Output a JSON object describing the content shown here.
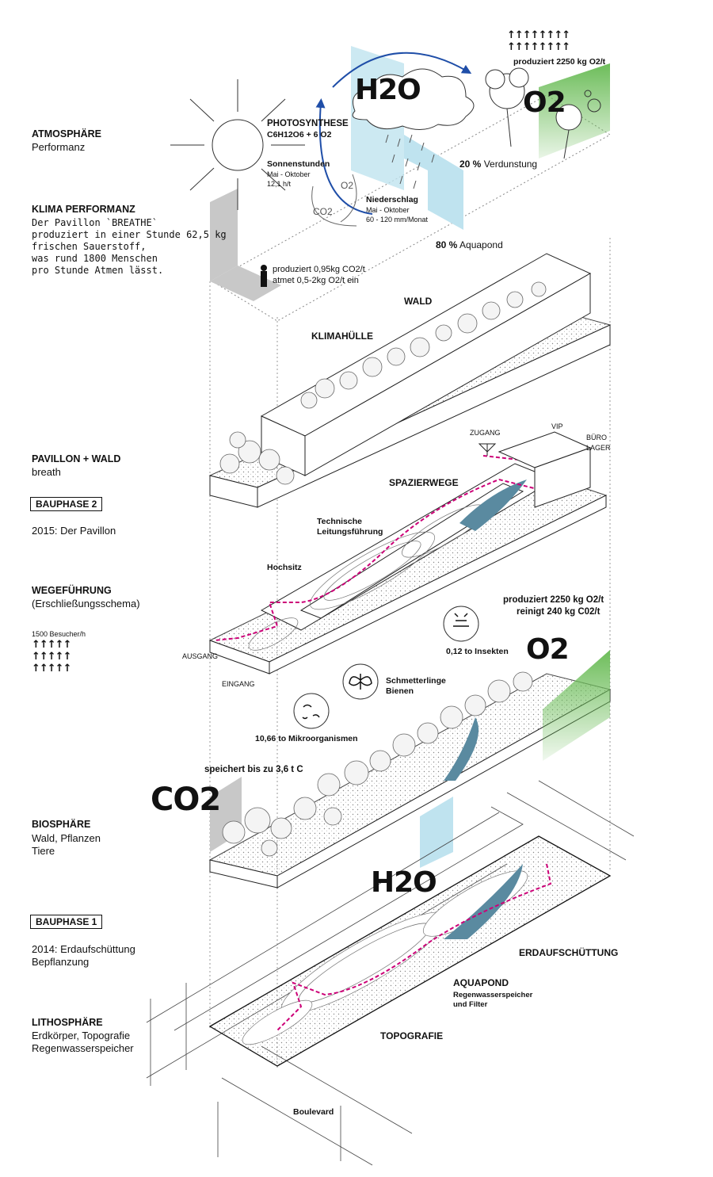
{
  "left": {
    "atmosphere_title": "ATMOSPHÄRE",
    "atmosphere_sub": "Performanz",
    "klima_title": "KLIMA PERFORMANZ",
    "klima_lines": [
      "Der Pavillon `BREATHE`",
      "produziert in einer Stunde 62,5 kg",
      "frischen Sauerstoff,",
      "was rund 1800 Menschen",
      "pro Stunde Atmen lässt."
    ],
    "pavillon_title": "PAVILLON + WALD",
    "pavillon_sub": "breath",
    "bauphase2": "BAUPHASE 2",
    "bauphase2_sub": "2015: Der Pavillon",
    "wege_title": "WEGEFÜHRUNG",
    "wege_sub": "(Erschließungsschema)",
    "besucher": "1500 Besucher/h",
    "biosphere_title": "BIOSPHÄRE",
    "biosphere_lines": [
      "Wald, Pflanzen",
      "Tiere"
    ],
    "bauphase1": "BAUPHASE 1",
    "bauphase1_lines": [
      "2014: Erdaufschüttung",
      "Bepflanzung"
    ],
    "litho_title": "LITHOSPHÄRE",
    "litho_lines": [
      "Erdkörper, Topografie",
      "Regenwasserspeicher"
    ]
  },
  "atmosphere": {
    "photosynthese": "PHOTOSYNTHESE",
    "formula": "C6H12O6 + 6 O2",
    "sonnenstunden": "Sonnenstunden",
    "sonnen_months": "Mai - Oktober",
    "sonnen_value": "12,1 h/t",
    "h2o": "H2O",
    "o2": "O2",
    "o2_small": "O2",
    "co2_small": "CO2",
    "o2_produced": "produziert 2250 kg O2/t",
    "verdunstung_pct": "20 %",
    "verdunstung": "Verdunstung",
    "niederschlag": "Niederschlag",
    "nieder_months": "Mai - Oktober",
    "nieder_value": "60 - 120 mm/Monat",
    "aquapond_pct": "80 %",
    "aquapond": "Aquapond",
    "person_lines": [
      "produziert 0,95kg CO2/t",
      "atmet 0,5-2kg O2/t ein"
    ]
  },
  "pavillon": {
    "wald": "WALD",
    "klimahuelle": "KLIMAHÜLLE",
    "zugang": "ZUGANG",
    "vip": "VIP",
    "buero": "BÜRO",
    "lager": "LAGER",
    "spazierwege": "SPAZIERWEGE",
    "technische": [
      "Technische",
      "Leitungsführung"
    ],
    "hochsitz": "Hochsitz",
    "ausgang": "AUSGANG",
    "eingang": "EINGANG"
  },
  "biosphere": {
    "o2_lines": [
      "produziert 2250 kg O2/t",
      "reinigt 240 kg C02/t"
    ],
    "o2": "O2",
    "insekten": "0,12 to Insekten",
    "schmetterlinge": [
      "Schmetterlinge",
      "Bienen"
    ],
    "mikro": "10,66 to Mikroorganismen",
    "co2_store": "speichert bis zu 3,6 t C",
    "co2": "CO2"
  },
  "litho": {
    "h2o": "H2O",
    "erdaufschuettung": "ERDAUFSCHÜTTUNG",
    "aquapond": "AQUAPOND",
    "aquapond_lines": [
      "Regenwasserspeicher",
      "und Filter"
    ],
    "topografie": "TOPOGRAFIE",
    "boulevard": "Boulevard"
  },
  "colors": {
    "water": "#bfe3ef",
    "green": "#6dbd5a",
    "path": "#cc0077",
    "arrow": "#1f4ea8",
    "pond": "#5a8aa0",
    "shadow": "#c8c8c8"
  }
}
